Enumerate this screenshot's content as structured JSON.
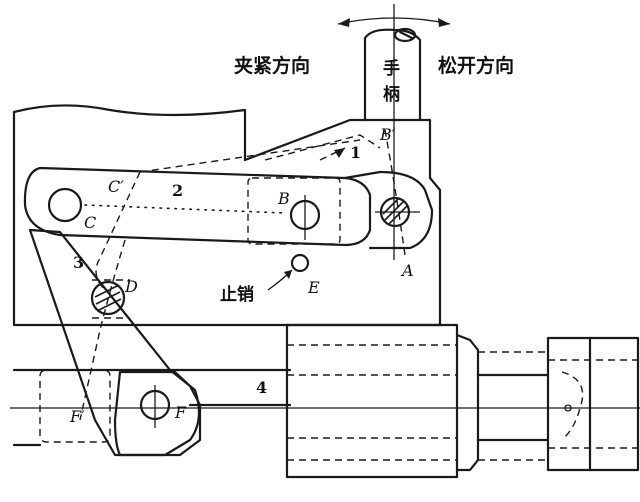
{
  "labels": {
    "clamp_direction": "夹紧方向",
    "release_direction": "松开方向",
    "handle_char1": "手",
    "handle_char2": "柄",
    "stop_pin": "止销",
    "part_1": "1",
    "part_2": "2",
    "part_3": "3",
    "part_4": "4",
    "point_A": "A",
    "point_B": "B",
    "point_B_prime": "B′",
    "point_C": "C",
    "point_C_prime": "C′",
    "point_D": "D",
    "point_E": "E",
    "point_F": "F",
    "point_F_prime": "F′"
  },
  "colors": {
    "ink": "#1a1a1a",
    "paper": "#ffffff"
  }
}
